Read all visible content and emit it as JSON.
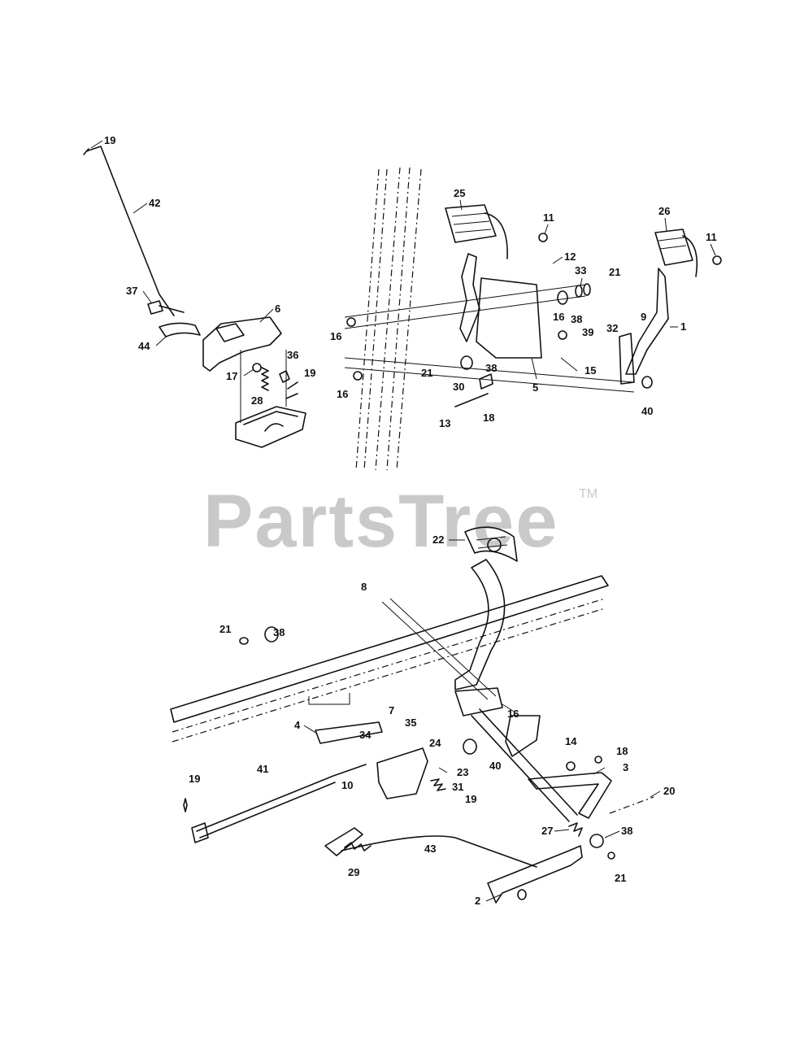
{
  "watermark": {
    "text": "PartsTree",
    "trademark": "TM"
  },
  "callouts": [
    {
      "id": "c-19a",
      "text": "19"
    },
    {
      "id": "c-42",
      "text": "42"
    },
    {
      "id": "c-37",
      "text": "37"
    },
    {
      "id": "c-6",
      "text": "6"
    },
    {
      "id": "c-44",
      "text": "44"
    },
    {
      "id": "c-36",
      "text": "36"
    },
    {
      "id": "c-19b",
      "text": "19"
    },
    {
      "id": "c-17",
      "text": "17"
    },
    {
      "id": "c-28",
      "text": "28"
    },
    {
      "id": "c-25",
      "text": "25"
    },
    {
      "id": "c-11a",
      "text": "11"
    },
    {
      "id": "c-12",
      "text": "12"
    },
    {
      "id": "c-33",
      "text": "33"
    },
    {
      "id": "c-21a",
      "text": "21"
    },
    {
      "id": "c-26",
      "text": "26"
    },
    {
      "id": "c-11b",
      "text": "11"
    },
    {
      "id": "c-16a",
      "text": "16"
    },
    {
      "id": "c-16b",
      "text": "16"
    },
    {
      "id": "c-38a",
      "text": "38"
    },
    {
      "id": "c-9",
      "text": "9"
    },
    {
      "id": "c-1",
      "text": "1"
    },
    {
      "id": "c-39",
      "text": "39"
    },
    {
      "id": "c-32",
      "text": "32"
    },
    {
      "id": "c-21b",
      "text": "21"
    },
    {
      "id": "c-38b",
      "text": "38"
    },
    {
      "id": "c-15",
      "text": "15"
    },
    {
      "id": "c-16c",
      "text": "16"
    },
    {
      "id": "c-30",
      "text": "30"
    },
    {
      "id": "c-5",
      "text": "5"
    },
    {
      "id": "c-40a",
      "text": "40"
    },
    {
      "id": "c-13",
      "text": "13"
    },
    {
      "id": "c-18a",
      "text": "18"
    },
    {
      "id": "c-22",
      "text": "22"
    },
    {
      "id": "c-8",
      "text": "8"
    },
    {
      "id": "c-21c",
      "text": "21"
    },
    {
      "id": "c-38c",
      "text": "38"
    },
    {
      "id": "c-16d",
      "text": "16"
    },
    {
      "id": "c-7",
      "text": "7"
    },
    {
      "id": "c-4",
      "text": "4"
    },
    {
      "id": "c-35",
      "text": "35"
    },
    {
      "id": "c-34",
      "text": "34"
    },
    {
      "id": "c-24",
      "text": "24"
    },
    {
      "id": "c-14",
      "text": "14"
    },
    {
      "id": "c-18b",
      "text": "18"
    },
    {
      "id": "c-40b",
      "text": "40"
    },
    {
      "id": "c-3",
      "text": "3"
    },
    {
      "id": "c-23",
      "text": "23"
    },
    {
      "id": "c-19c",
      "text": "19"
    },
    {
      "id": "c-41",
      "text": "41"
    },
    {
      "id": "c-10",
      "text": "10"
    },
    {
      "id": "c-31",
      "text": "31"
    },
    {
      "id": "c-19d",
      "text": "19"
    },
    {
      "id": "c-20",
      "text": "20"
    },
    {
      "id": "c-27",
      "text": "27"
    },
    {
      "id": "c-38d",
      "text": "38"
    },
    {
      "id": "c-43",
      "text": "43"
    },
    {
      "id": "c-29",
      "text": "29"
    },
    {
      "id": "c-21d",
      "text": "21"
    },
    {
      "id": "c-2",
      "text": "2"
    }
  ]
}
